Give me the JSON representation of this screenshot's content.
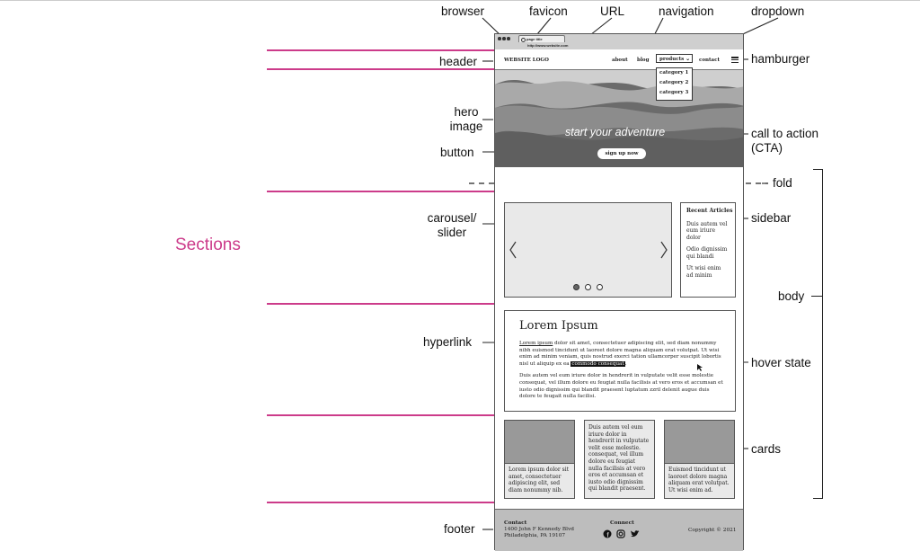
{
  "annotations": {
    "browser": "browser",
    "favicon": "favicon",
    "url": "URL",
    "navigation": "navigation",
    "dropdown": "dropdown",
    "header": "header",
    "hamburger": "hamburger",
    "hero_line1": "hero",
    "hero_line2": "image",
    "cta_line1": "call to action",
    "cta_line2": "(CTA)",
    "button": "button",
    "fold": "fold",
    "carousel_line1": "carousel/",
    "carousel_line2": "slider",
    "sidebar": "sidebar",
    "body": "body",
    "hyperlink": "hyperlink",
    "hover_state": "hover state",
    "cards": "cards",
    "footer": "footer",
    "sections": "Sections"
  },
  "colors": {
    "accent": "#cc3b8a",
    "hero": "#6e6e6e",
    "footer": "#bdbdbd"
  },
  "browser": {
    "tab_title": "page title",
    "url": "http://www.website.com"
  },
  "header": {
    "logo": "WEBSITE LOGO",
    "nav": [
      "about",
      "blog",
      "products",
      "contact"
    ]
  },
  "dropdown": {
    "items": [
      "category 1",
      "category 2",
      "category 3"
    ]
  },
  "hero": {
    "cta_text": "start your adventure",
    "button": "sign up now"
  },
  "carousel": {
    "active_dot": 1,
    "dot_count": 3
  },
  "sidebar": {
    "title": "Recent Articles",
    "items": [
      "Duis autem vel eum iriure dolor",
      "Odio dignissim qui blandi",
      "Ut wisi enim ad minim"
    ]
  },
  "content": {
    "title": "Lorem Ipsum",
    "link": "Lorem ipsum",
    "p1_a": " dolor sit amet, consectetuer adipiscing elit, sed diam nonummy nibh euismod tincidunt ut laoreet dolore magna aliquam erat volutpat. Ut wisi enim ad minim veniam, quis nostrud exerci tation ullamcorper suscipit lobortis nisl ut aliquip ex ea ",
    "hover_text": "commodo consequat",
    "p1_b": ".",
    "p2": "Duis autem vel eum iriure dolor in hendrerit in vulputate velit esse molestie consequat, vel illum dolore eu feugiat nulla facilisis at vero eros et accumsan et iusto odio dignissim qui blandit praesent luptatum zzril delenit augue duis dolore te feugait nulla facilisi."
  },
  "cards": [
    {
      "text": "Lorem ipsum dolor sit amet, consectetuer adipiscing elit, sed diam nonummy nib."
    },
    {
      "text": "Duis autem vel eum iriure dolor in hendrerit in vulputate velit esse molestie. consequat, vel illum dolore eu feugiat nulla facilisis at vero eros et accumsan et iusto odio dignissim qui blandit praesent."
    },
    {
      "text": "Euismod tincidunt ut laoreet dolore magna aliquam erat volutpat. Ut wisi enim ad."
    }
  ],
  "footer": {
    "contact_title": "Contact",
    "address1": "1400 John F Kennedy Blvd",
    "address2": "Philadelphia, PA 19107",
    "connect_title": "Connect",
    "copyright": "Copyright © 2021"
  }
}
